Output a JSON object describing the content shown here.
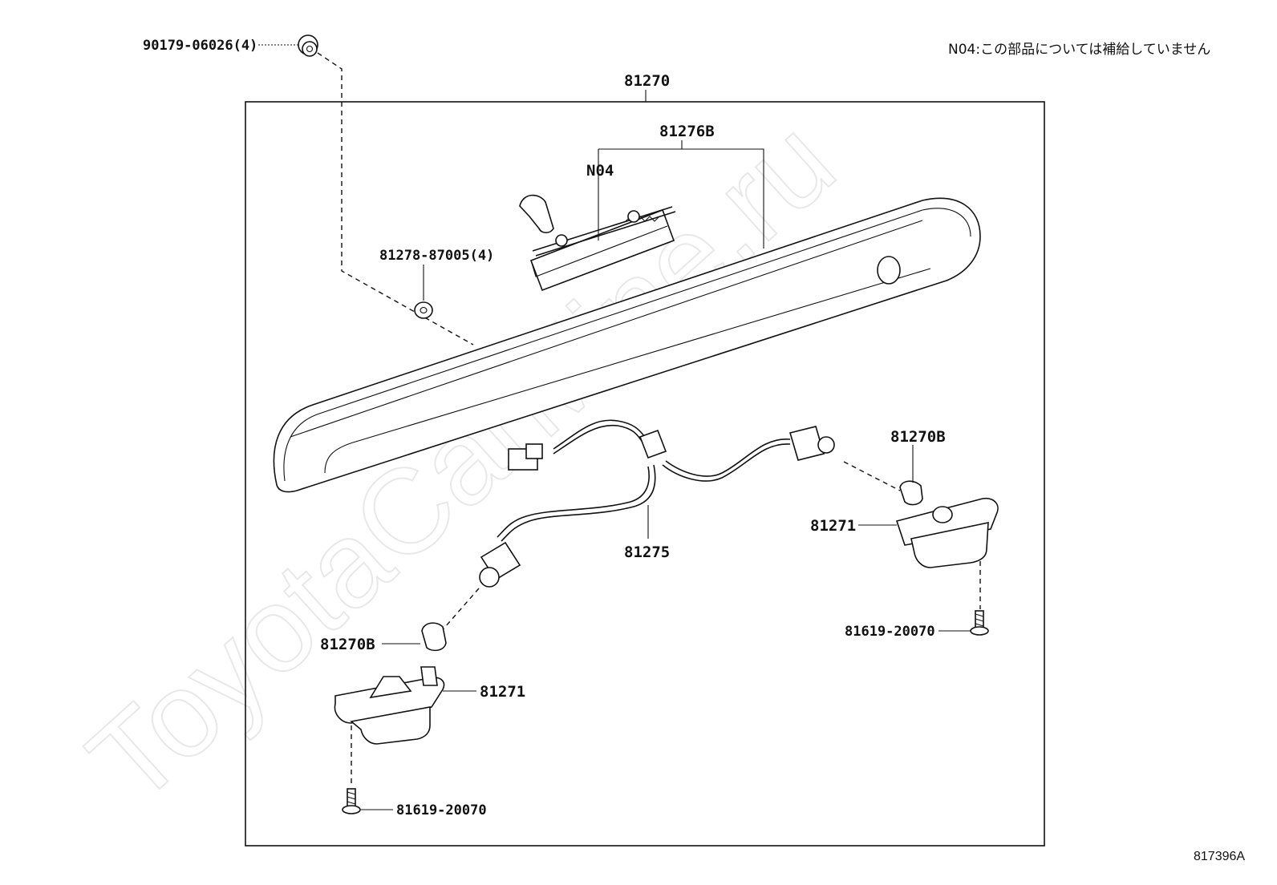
{
  "note": "N04:この部品については補給していません",
  "catalog_number": "817396A",
  "watermark": "ToyotaCarMine.ru",
  "labels": {
    "nut": "90179-06026(4)",
    "assembly": "81270",
    "handle": "81276B",
    "n04": "N04",
    "washer": "81278-87005(4)",
    "bulb_right": "81270B",
    "lamp_right": "81271",
    "wire": "81275",
    "screw_right": "81619-20070",
    "bulb_left": "81270B",
    "lamp_left": "81271",
    "screw_left": "81619-20070"
  }
}
